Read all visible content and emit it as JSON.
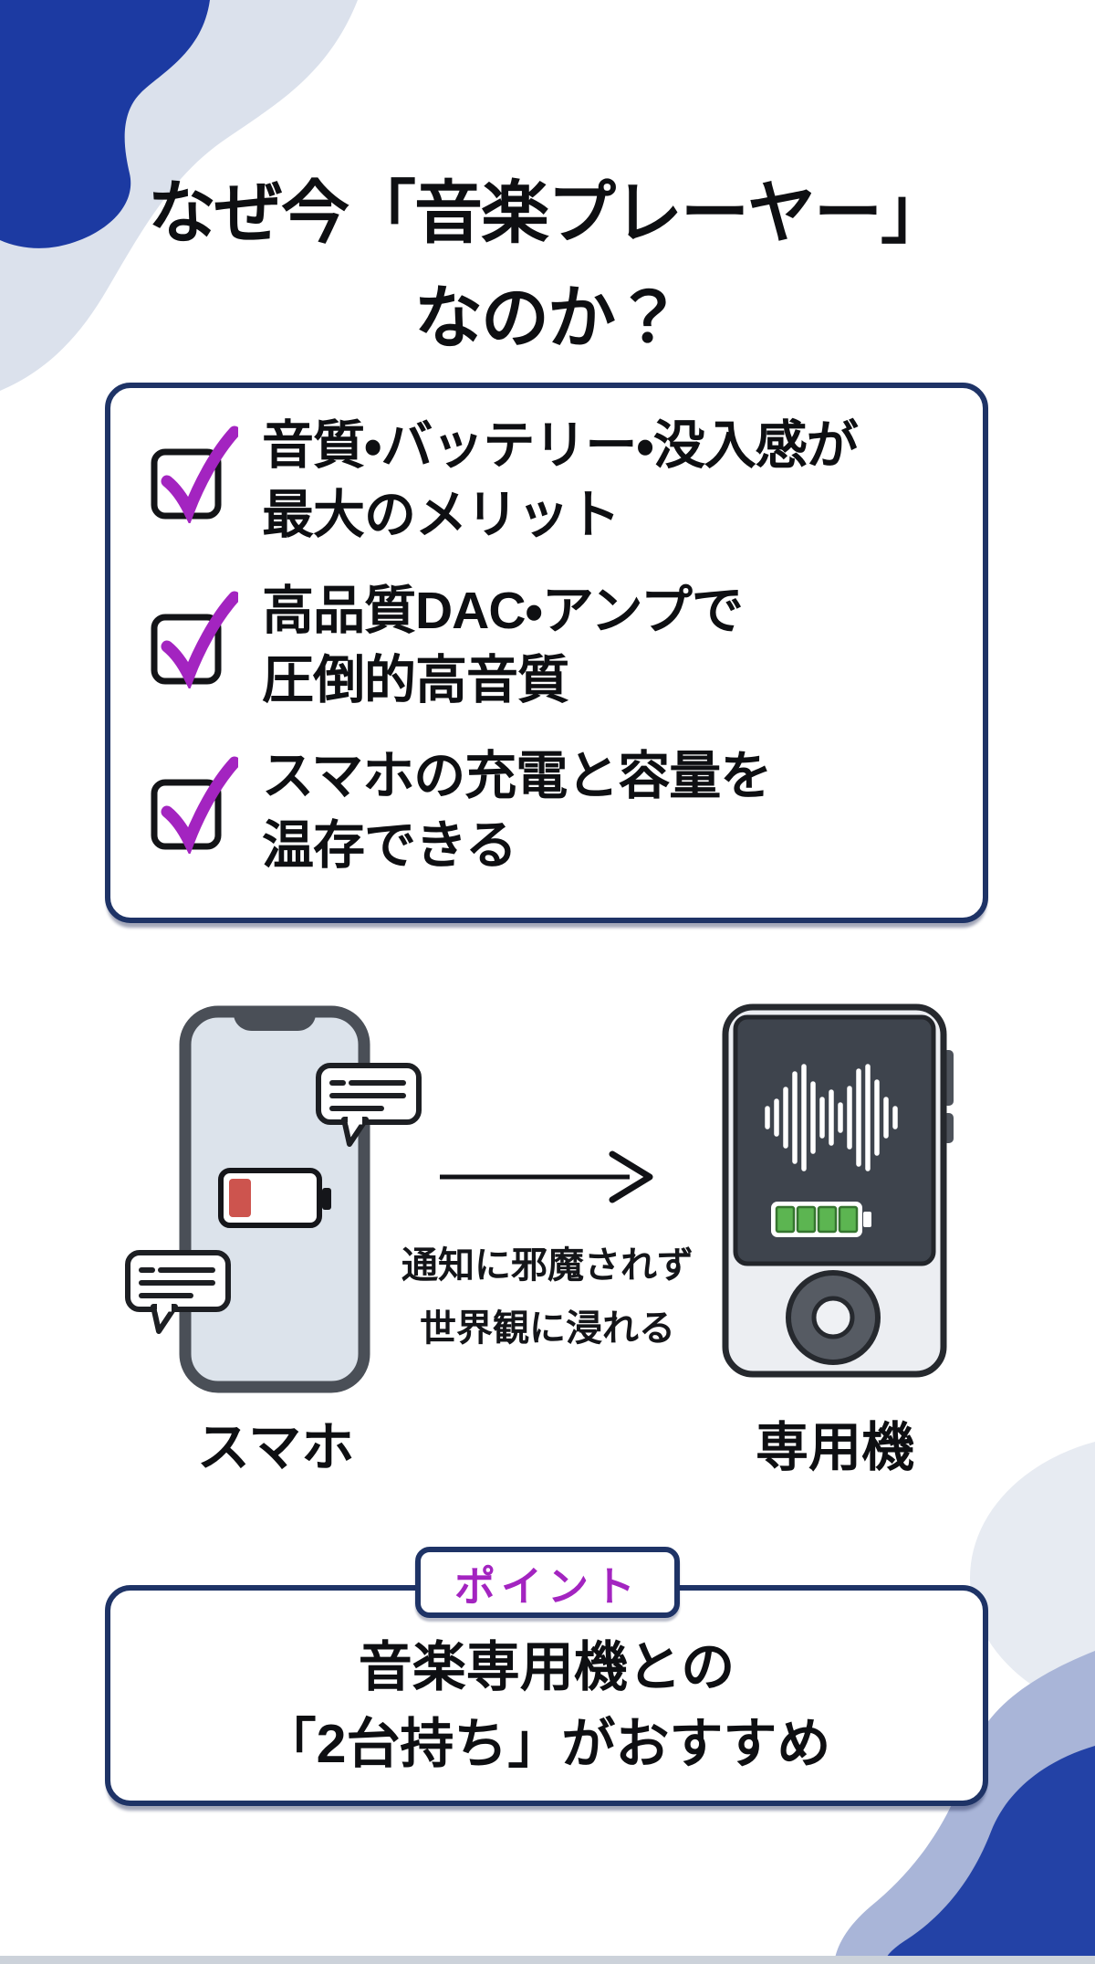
{
  "title": {
    "line1": "なぜ今「音楽プレーヤー」",
    "line2": "なのか？"
  },
  "checklist": {
    "items": [
      {
        "line1": "音質・バッテリー・没入感が",
        "line2": "最大のメリット"
      },
      {
        "line1": "高品質DAC・アンプで",
        "line2": "圧倒的高音質"
      },
      {
        "line1": "スマホの充電と容量を",
        "line2": "温存できる"
      }
    ]
  },
  "comparison": {
    "left_label": "スマホ",
    "right_label": "専用機",
    "caption_line1": "通知に邪魔されず",
    "caption_line2": "世界観に浸れる"
  },
  "point": {
    "badge": "ポイント",
    "line1": "音楽専用機との",
    "line2": "「2台持ち」がおすすめ"
  },
  "icons": {
    "checkbox-check-icon": "☑",
    "smartphone-icon": "📱",
    "music-player-icon": "🎵",
    "notification-bubble-icon": "💬",
    "low-battery-icon": "🪫",
    "full-battery-icon": "🔋",
    "waveform-icon": "∿",
    "click-wheel-icon": "◎",
    "arrow-right-icon": "→"
  },
  "colors": {
    "accent_navy": "#1e3366",
    "brand_blue": "#1c3aa2",
    "corner_dark_blue": "#2342a6",
    "purple": "#a324c0",
    "light_blue_gray": "#dbe1ec",
    "periwinkle": "#a9b5d8",
    "battery_red": "#cd544e",
    "battery_green": "#5cb551",
    "phone_frame_gray": "#4a4f57",
    "player_screen_gray": "#3e444d"
  }
}
